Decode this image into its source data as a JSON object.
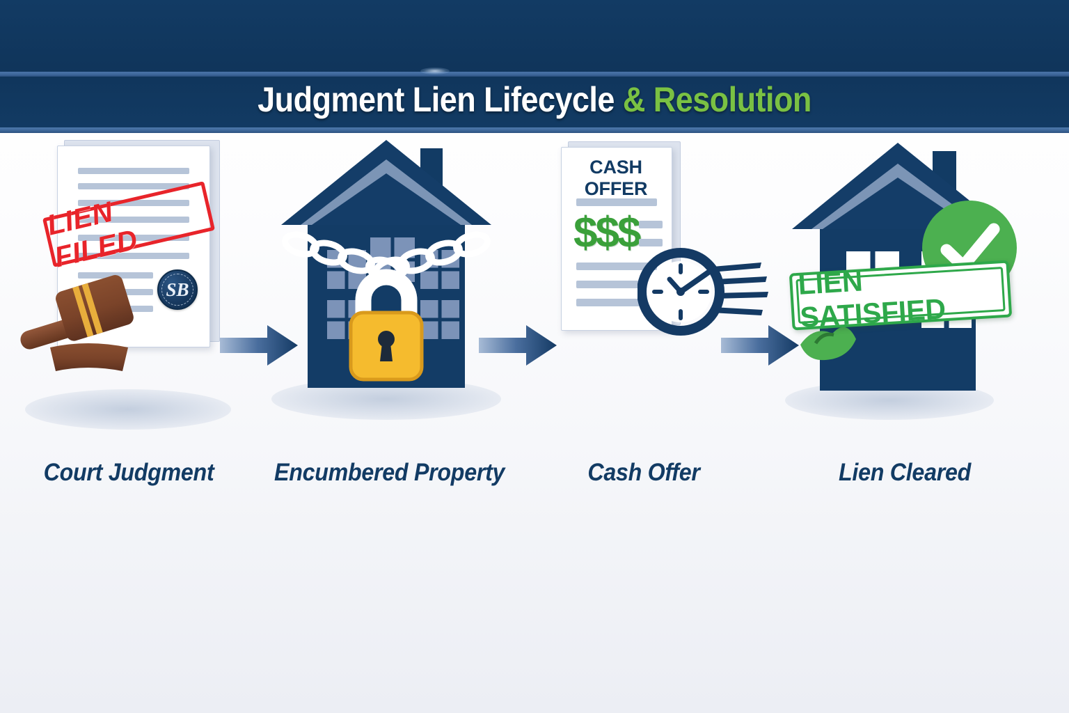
{
  "header": {
    "title_primary": "Judgment Lien Lifecycle",
    "title_accent": " & Resolution",
    "bg_color": "#123b64",
    "accent_color": "#7ac143",
    "rule_color": "#4a74a8"
  },
  "theme": {
    "navy": "#123b64",
    "green": "#2ea84a",
    "money_green": "#3aa03a",
    "red": "#e8242a",
    "amber": "#f5bb2e",
    "slate_blue": "#7c93b8",
    "page_bg_top": "#ffffff",
    "page_bg_bottom": "#eceef4"
  },
  "flow": {
    "steps": [
      {
        "index": 1,
        "caption": "Court Judgment",
        "icon": "court-document-gavel-icon",
        "stamp": "LIEN FILED",
        "stamp_color": "#e8242a",
        "seal_monogram": "SB"
      },
      {
        "index": 2,
        "caption": "Encumbered Property",
        "icon": "house-chained-padlock-icon",
        "lock_color": "#f5bb2e"
      },
      {
        "index": 3,
        "caption": "Cash Offer",
        "icon": "cash-offer-document-speed-clock-icon",
        "doc_heading": "CASH OFFER",
        "doc_amount": "$$$"
      },
      {
        "index": 4,
        "caption": "Lien Cleared",
        "icon": "house-checkmark-icon",
        "stamp": "LIEN SATISFIED",
        "stamp_color": "#2ea84a"
      }
    ],
    "connectors": [
      {
        "index": 1,
        "icon": "arrow-right-icon"
      },
      {
        "index": 2,
        "icon": "arrow-right-icon"
      },
      {
        "index": 3,
        "icon": "arrow-right-icon"
      }
    ]
  }
}
